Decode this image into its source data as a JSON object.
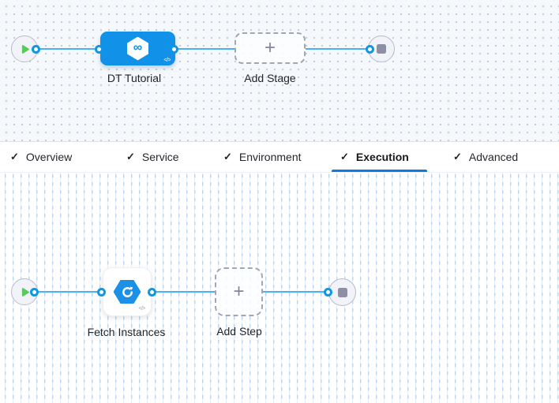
{
  "stage_canvas": {
    "stage_node": {
      "label": "DT Tutorial",
      "icon": "infinity-hexagon-icon",
      "icon_glyph": "∞",
      "code_badge": "</>"
    },
    "add_stage": {
      "label": "Add Stage",
      "plus_glyph": "+"
    }
  },
  "tab_bar": {
    "check_glyph": "✓",
    "tabs": [
      {
        "label": "Overview",
        "checked": true,
        "active": false
      },
      {
        "label": "Service",
        "checked": true,
        "active": false
      },
      {
        "label": "Environment",
        "checked": true,
        "active": false
      },
      {
        "label": "Execution",
        "checked": true,
        "active": true
      },
      {
        "label": "Advanced",
        "checked": true,
        "active": false
      }
    ]
  },
  "execution_canvas": {
    "step_node": {
      "label": "Fetch Instances",
      "icon": "fetch-refresh-icon",
      "code_badge": "</>"
    },
    "add_step": {
      "label": "Add Step",
      "plus_glyph": "+"
    }
  },
  "colors": {
    "stage_blue": "#1191e8",
    "edge_blue": "#4cb0f2",
    "active_tab_underline": "#0b7de0",
    "play_green": "#5bc95f",
    "stop_gray": "#8d8fa7"
  }
}
